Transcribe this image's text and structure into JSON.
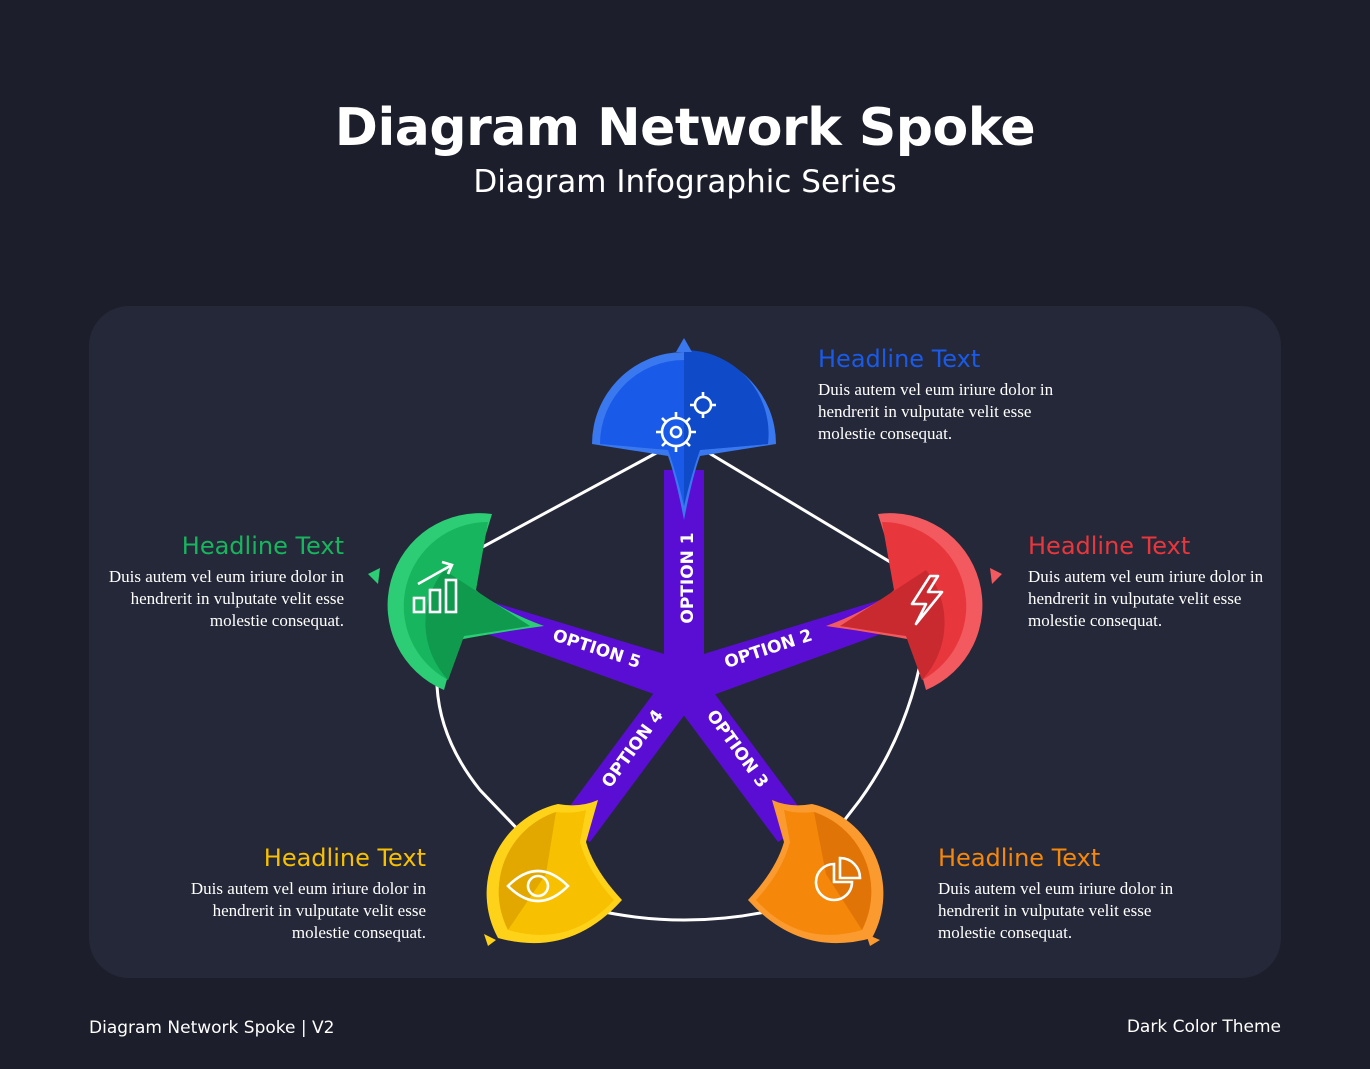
{
  "header": {
    "title": "Diagram Network Spoke",
    "subtitle": "Diagram Infographic Series"
  },
  "options": [
    {
      "label": "OPTION 1",
      "icon": "gears-icon",
      "color": "#1a5ae8",
      "headline": "Headline Text",
      "body": "Duis autem vel eum iriure dolor in hendrerit in vulputate velit esse molestie consequat."
    },
    {
      "label": "OPTION 2",
      "icon": "lightning-icon",
      "color": "#e8363d",
      "headline": "Headline Text",
      "body": "Duis autem vel eum iriure dolor in hendrerit in vulputate velit esse molestie consequat."
    },
    {
      "label": "OPTION 3",
      "icon": "pie-chart-icon",
      "color": "#f5870a",
      "headline": "Headline Text",
      "body": "Duis autem vel eum iriure dolor in hendrerit in vulputate velit esse molestie consequat."
    },
    {
      "label": "OPTION 4",
      "icon": "eye-icon",
      "color": "#f7c000",
      "headline": "Headline Text",
      "body": "Duis autem vel eum iriure dolor in hendrerit in vulputate velit esse molestie consequat."
    },
    {
      "label": "OPTION 5",
      "icon": "bar-chart-growth-icon",
      "color": "#17b55e",
      "headline": "Headline Text",
      "body": "Duis autem vel eum iriure dolor in hendrerit in vulputate velit esse molestie consequat."
    }
  ],
  "spoke_color": "#5a0ed4",
  "footer": {
    "left": "Diagram Network Spoke | V2",
    "right": "Dark Color Theme"
  }
}
